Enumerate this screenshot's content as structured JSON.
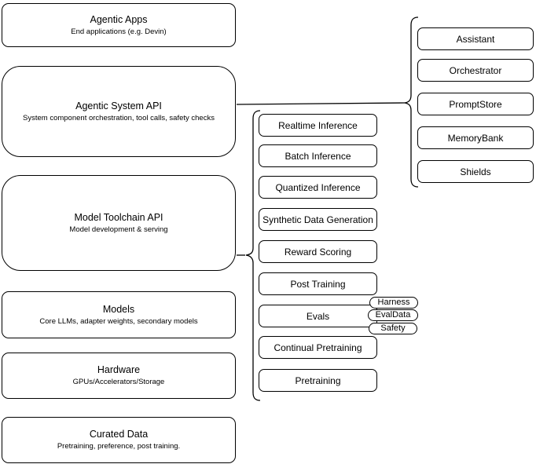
{
  "diagram": {
    "stack": [
      {
        "title": "Agentic Apps",
        "subtitle": "End applications (e.g. Devin)"
      },
      {
        "title": "Agentic System API",
        "subtitle": "System component orchestration, tool calls, safety checks"
      },
      {
        "title": "Model Toolchain API",
        "subtitle": "Model development & serving"
      },
      {
        "title": "Models",
        "subtitle": "Core LLMs, adapter weights, secondary models"
      },
      {
        "title": "Hardware",
        "subtitle": "GPUs/Accelerators/Storage"
      },
      {
        "title": "Curated Data",
        "subtitle": "Pretraining, preference, post training."
      }
    ],
    "toolchain_items": [
      "Realtime Inference",
      "Batch Inference",
      "Quantized Inference",
      "Synthetic Data Generation",
      "Reward Scoring",
      "Post Training",
      "Evals",
      "Continual Pretraining",
      "Pretraining"
    ],
    "evals_tags": [
      "Harness",
      "EvalData",
      "Safety"
    ],
    "components": [
      "Assistant",
      "Orchestrator",
      "PromptStore",
      "MemoryBank",
      "Shields"
    ],
    "colors": {
      "stroke": "#000000",
      "fill": "#ffffff",
      "background": "#ffffff",
      "text": "#000000"
    }
  }
}
